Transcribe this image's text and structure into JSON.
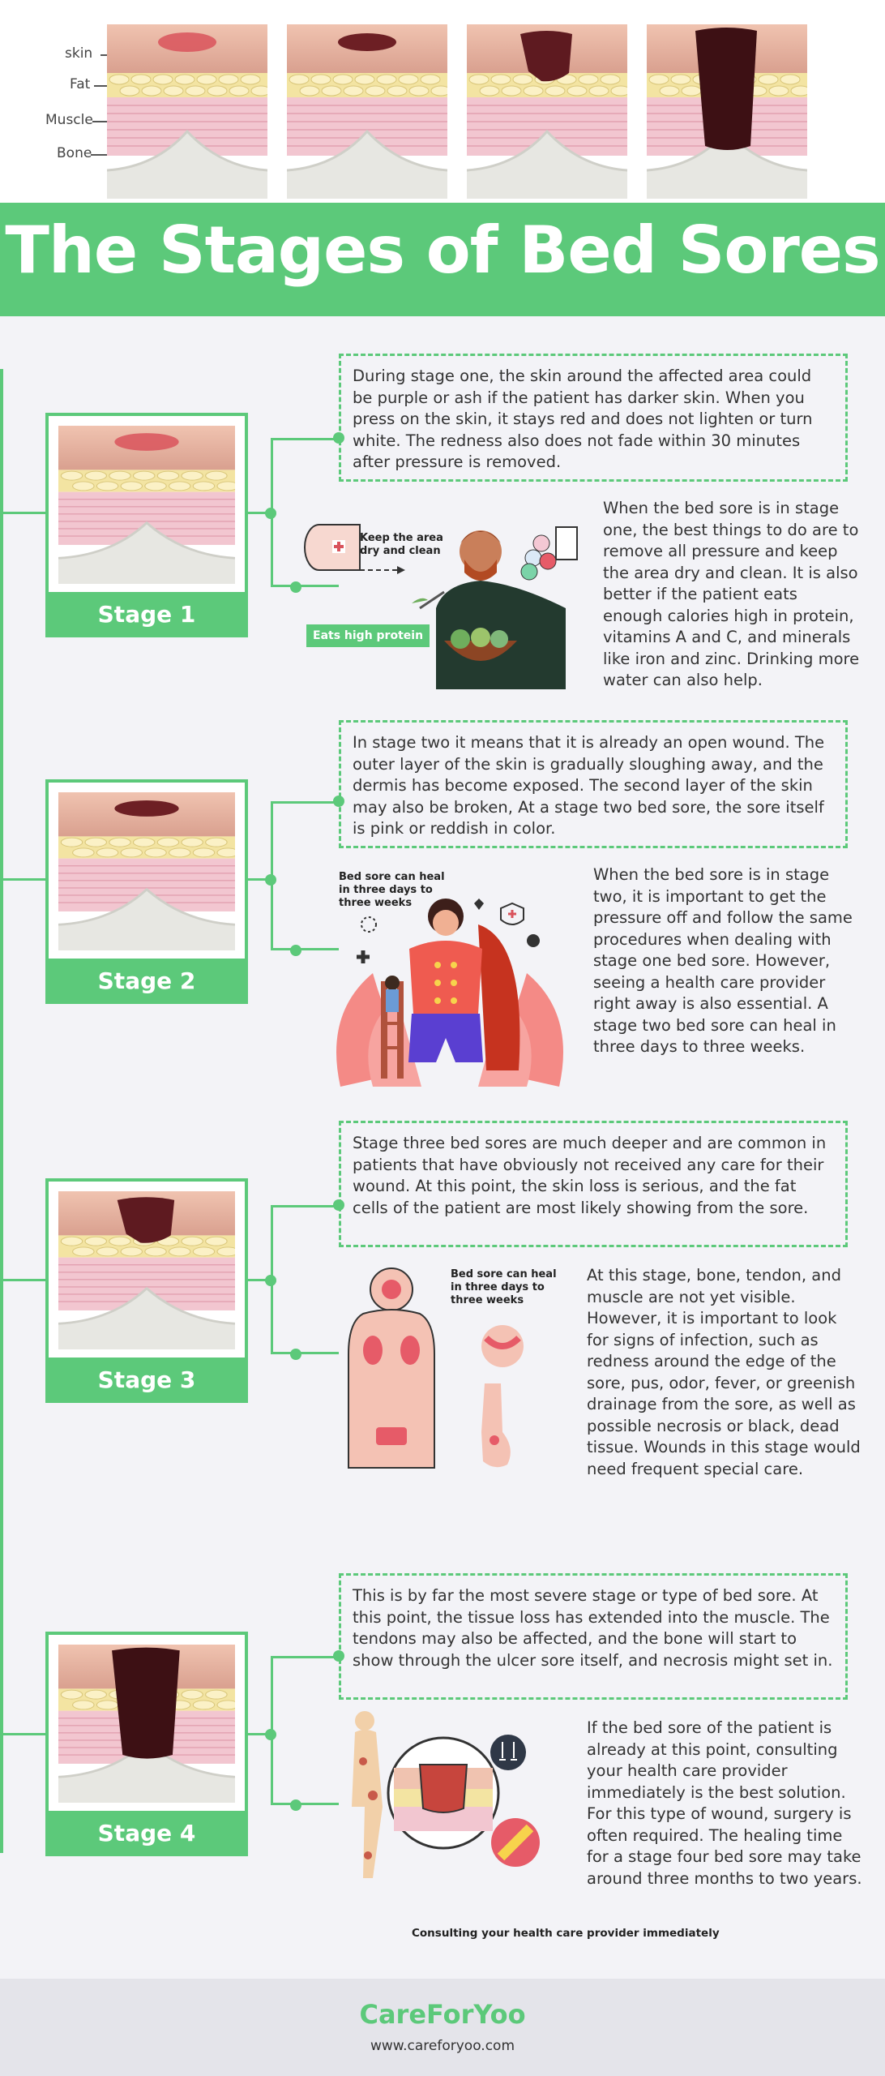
{
  "header": {
    "layers": [
      "skin",
      "Fat",
      "Muscle",
      "Bone"
    ],
    "title": "The Stages of Bed Sores"
  },
  "stages": [
    {
      "label": "Stage 1",
      "description": "During stage one, the skin around the affected area could be purple or ash if the patient has darker skin. When you press on the skin, it stays red and does not lighten or turn white. The redness also does not fade within 30 minutes after pressure is removed.",
      "tip": "When the bed sore is in stage one, the best things to do are to remove all pressure and keep the area dry and clean. It is also better if the patient eats enough calories high in protein, vitamins A and C, and minerals like iron and zinc. Drinking more water can also help.",
      "illustration_labels": [
        "Keep the area dry and clean",
        "Eats high protein"
      ]
    },
    {
      "label": "Stage 2",
      "description": "In stage two it means that it is already an open wound. The outer layer of the skin is gradually sloughing away, and the dermis has become exposed. The second layer of the skin may also be broken, At a stage two bed sore, the sore itself is pink or reddish in color.",
      "tip": "When the bed sore is in stage two, it is important to get the pressure off and follow the same procedures when dealing with stage one bed sore. However, seeing a health care provider right away is also essential. A stage two bed sore can heal in three days to three weeks.",
      "illustration_labels": [
        "Bed sore can heal in three days to three weeks"
      ]
    },
    {
      "label": "Stage 3",
      "description": "Stage three bed sores are much deeper and are common in patients that have obviously not received any care for their wound. At this point, the skin loss is serious, and the fat cells of the patient are most likely showing from the sore.",
      "tip": "At this stage, bone, tendon, and muscle are not yet visible. However, it is important to look for signs of infection, such as redness around the edge of the sore, pus, odor, fever, or greenish drainage from the sore, as well as possible necrosis or black, dead tissue. Wounds in this stage would need frequent special care.",
      "illustration_labels": [
        "Bed sore can heal in three days to three weeks"
      ]
    },
    {
      "label": "Stage 4",
      "description": "This is by far the most severe stage or type of bed sore. At this point, the tissue loss has extended into the muscle. The tendons may also be affected, and the bone will start to show through the ulcer sore itself, and necrosis might set in.",
      "tip": "If the bed sore of the patient is already at this point, consulting your health care provider immediately is the best solution. For this type of wound, surgery is often required. The healing time for a stage four bed sore may take around three months to two years.",
      "illustration_labels": [
        "Consulting your health care provider immediately"
      ]
    }
  ],
  "footer": {
    "brand": "CareForYoo",
    "url": "www.careforyoo.com"
  },
  "colors": {
    "accent": "#5cc97a",
    "background": "#f3f3f7",
    "footer": "#e4e4ea"
  }
}
